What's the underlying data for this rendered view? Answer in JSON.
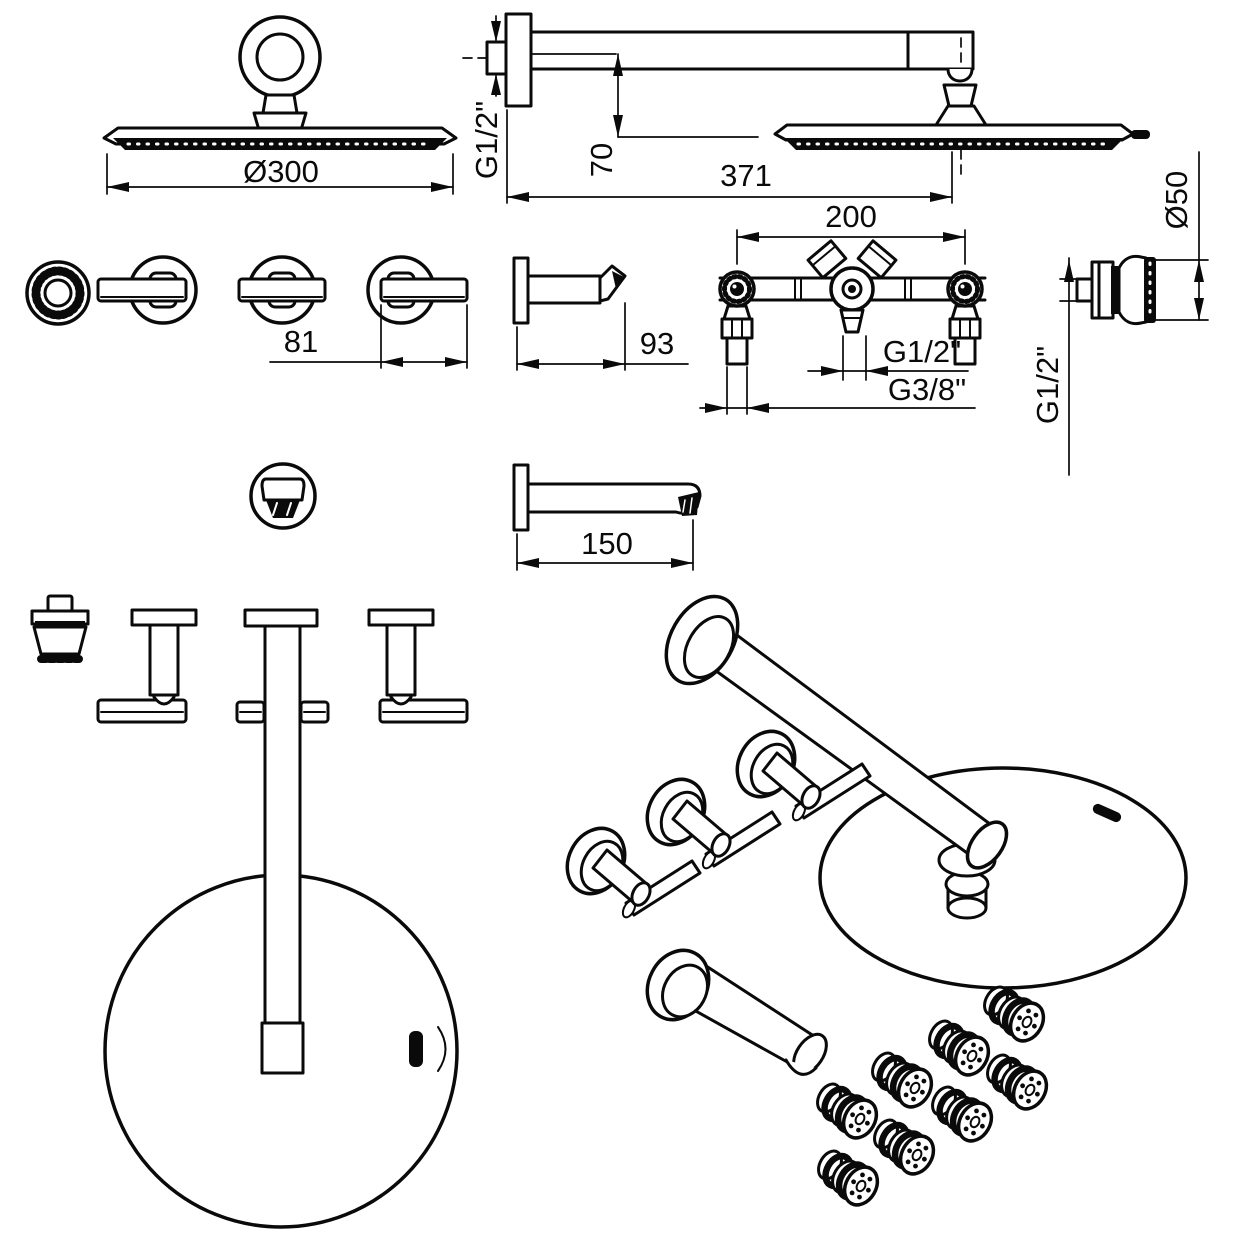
{
  "drawing": {
    "background": "#ffffff",
    "ink": "#0a0a0a",
    "views": {
      "overhead_shower_front": {
        "diameter": "Ø300"
      },
      "shower_arm_side": {
        "wall_thread": "G1/2\"",
        "head_drop": "70",
        "arm_length": "371"
      },
      "body_jet_side": {
        "face_diameter": "Ø50",
        "thread": "G1/2\""
      },
      "valve_group_front": {
        "valve_spacing": "200",
        "outlet_thread": "G1/2\"",
        "inlet_thread": "G3/8\""
      },
      "handle_front": {
        "lever_length": "81"
      },
      "short_spout_side": {
        "projection": "93"
      },
      "bath_spout_side": {
        "projection": "150"
      }
    }
  }
}
